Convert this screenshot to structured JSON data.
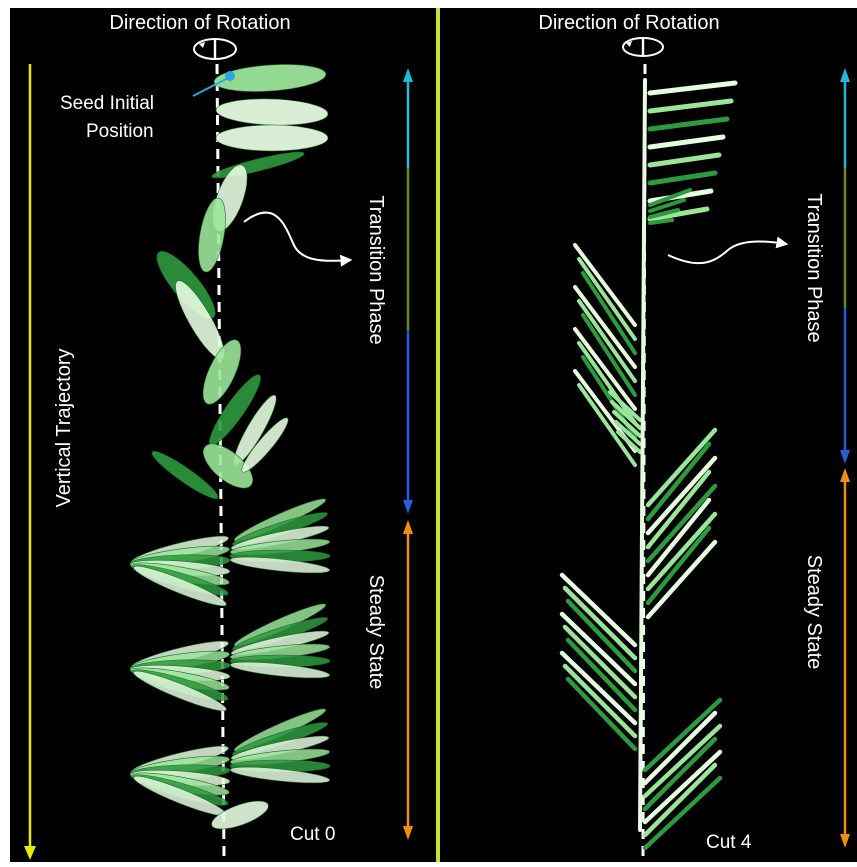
{
  "colors": {
    "background": "#000000",
    "frame": "#ffffff",
    "divider": "#c8e03a",
    "trajectory": "#e8e800",
    "leaf_light": "#e6fbe0",
    "leaf_mid": "#9be59a",
    "leaf_dark": "#2e9a3e",
    "seed_dot": "#2aa8e0",
    "phase_cyan": "#22b8d8",
    "phase_olive": "#6b8a1e",
    "phase_blue": "#2a5ad8",
    "phase_orange": "#f0900a",
    "text": "#ffffff"
  },
  "left_panel": {
    "direction_label": "Direction of Rotation",
    "seed_label_line1": "Seed Initial",
    "seed_label_line2": "Position",
    "trajectory_label": "Vertical Trajectory",
    "transition_label": "Transition Phase",
    "steady_label": "Steady State",
    "cut_label": "Cut 0"
  },
  "right_panel": {
    "direction_label": "Direction of Rotation",
    "transition_label": "Transition Phase",
    "steady_label": "Steady State",
    "cut_label": "Cut 4"
  }
}
